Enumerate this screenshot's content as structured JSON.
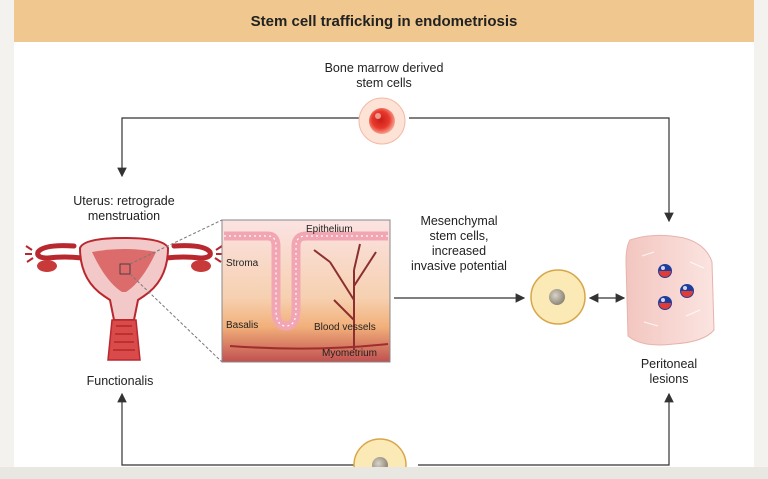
{
  "title": "Stem cell trafficking in endometriosis",
  "labels": {
    "bone_marrow_line1": "Bone marrow derived",
    "bone_marrow_line2": "stem cells",
    "uterus_line1": "Uterus: retrograde",
    "uterus_line2": "menstruation",
    "functionalis": "Functionalis",
    "msc_line1": "Mesenchymal",
    "msc_line2": "stem cells,",
    "msc_line3": "increased",
    "msc_line4": "invasive potential",
    "peritoneal_line1": "Peritoneal",
    "peritoneal_line2": "lesions"
  },
  "inset_labels": {
    "epithelium": "Epithelium",
    "stroma": "Stroma",
    "basalis": "Basalis",
    "blood_vessels": "Blood vessels",
    "myometrium": "Myometrium"
  },
  "colors": {
    "title_bar": "#f0c78e",
    "red_cell": "#e8382c",
    "pale_cell": "#fbeab5",
    "uterus": "#b8282e",
    "arrow": "#333333"
  }
}
